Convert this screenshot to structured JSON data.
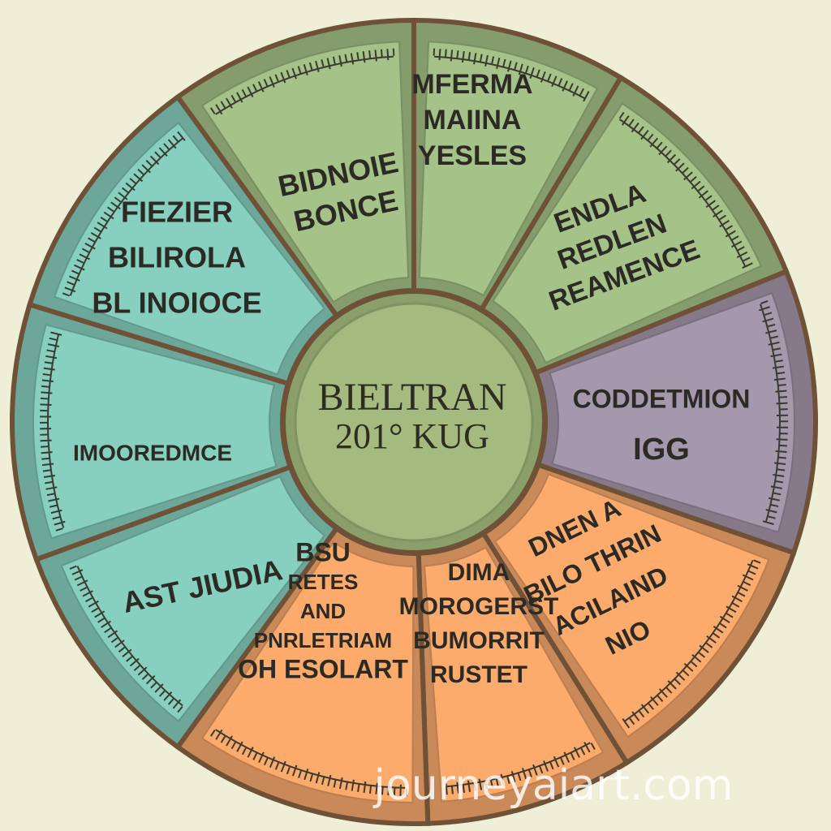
{
  "colors": {
    "background": "#efeed6",
    "teal": "#7fc4b4",
    "green": "#9cb780",
    "purple": "#9c8ea2",
    "orange": "#eea167",
    "center": "#a4ba7f",
    "border": "#6e5136"
  },
  "center": {
    "line1": "BIELTRAN",
    "line2": "201° KUG"
  },
  "segments": [
    {
      "id": "green-2",
      "color": "green",
      "lines": [
        "BIDNOIE",
        "BONCE"
      ]
    },
    {
      "id": "green-3",
      "color": "green",
      "lines": [
        "MFERMA",
        "MAIINA",
        "YESLES"
      ]
    },
    {
      "id": "green-4",
      "color": "green",
      "lines": [
        "ENDLA",
        "REDLEN",
        "REAMENCE"
      ]
    },
    {
      "id": "purple-1",
      "color": "purple",
      "lines": [
        "CODDETMION",
        "IGG"
      ]
    },
    {
      "id": "orange-1",
      "color": "orange",
      "lines": [
        "DNEN A",
        "BILO THRIN",
        "ACILAIND",
        "NIO"
      ]
    },
    {
      "id": "orange-2",
      "color": "orange",
      "lines": [
        "DIMA",
        "MOROGERST",
        "BUMORRIT",
        "RUSTET"
      ]
    },
    {
      "id": "orange-3",
      "color": "orange",
      "lines": [
        "BSU",
        "RETES",
        "AND",
        "PNRLETRIAM",
        "OH ESOLART"
      ]
    },
    {
      "id": "teal-1",
      "color": "teal",
      "lines": [
        "AST JIUDIA"
      ]
    },
    {
      "id": "teal-2",
      "color": "teal",
      "lines": [
        "IMOOREDMCE"
      ]
    },
    {
      "id": "teal-3",
      "color": "teal",
      "lines": [
        "FIEZIER",
        "BILIROLA",
        "BL INOIOCE"
      ]
    }
  ],
  "watermark": "journeyaiart.com"
}
